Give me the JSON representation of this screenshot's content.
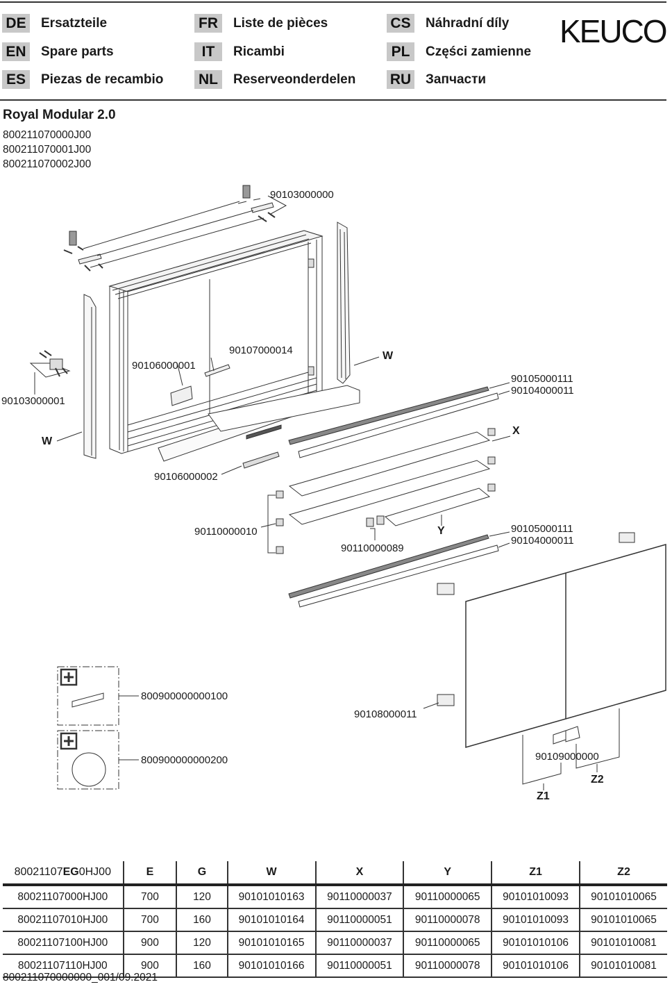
{
  "header": {
    "languages": [
      {
        "code": "DE",
        "label": "Ersatzteile"
      },
      {
        "code": "EN",
        "label": "Spare parts"
      },
      {
        "code": "ES",
        "label": "Piezas de recambio"
      },
      {
        "code": "FR",
        "label": "Liste de pièces"
      },
      {
        "code": "IT",
        "label": "Ricambi"
      },
      {
        "code": "NL",
        "label": "Reserveonderdelen"
      },
      {
        "code": "CS",
        "label": "Náhradní díly"
      },
      {
        "code": "PL",
        "label": "Części zamienne"
      },
      {
        "code": "RU",
        "label": "Запчасти"
      }
    ],
    "logo": "KEUCO"
  },
  "product": {
    "title": "Royal Modular 2.0",
    "articles": [
      "800211070000J00",
      "800211070001J00",
      "800211070002J00"
    ]
  },
  "diagram": {
    "labels": {
      "p90103000000": "90103000000",
      "p90103000001": "90103000001",
      "p90107000014": "90107000014",
      "p90106000001": "90106000001",
      "w_right": "W",
      "w_left": "W",
      "p90105000111_a": "90105000111",
      "p90104000011_a": "90104000011",
      "x": "X",
      "p90106000002": "90106000002",
      "p90110000010": "90110000010",
      "y": "Y",
      "p90110000089": "90110000089",
      "p90105000111_b": "90105000111",
      "p90104000011_b": "90104000011",
      "p800900000000100": "800900000000100",
      "p800900000000200": "800900000000200",
      "p90108000011": "90108000011",
      "p90109000000": "90109000000",
      "z2": "Z2",
      "z1": "Z1"
    },
    "accessory_icon": "plus-box-icon"
  },
  "table": {
    "headers": [
      "80021107EG0HJ00",
      "E",
      "G",
      "W",
      "X",
      "Y",
      "Z1",
      "Z2"
    ],
    "header_first_parts": {
      "pre": "80021107",
      "bold": "EG",
      "post": "0HJ00"
    },
    "rows": [
      [
        "80021107000HJ00",
        "700",
        "120",
        "90101010163",
        "90110000037",
        "90110000065",
        "90101010093",
        "90101010065"
      ],
      [
        "80021107010HJ00",
        "700",
        "160",
        "90101010164",
        "90110000051",
        "90110000078",
        "90101010093",
        "90101010065"
      ],
      [
        "80021107100HJ00",
        "900",
        "120",
        "90101010165",
        "90110000037",
        "90110000065",
        "90101010106",
        "90101010081"
      ],
      [
        "80021107110HJ00",
        "900",
        "160",
        "90101010166",
        "90110000051",
        "90110000078",
        "90101010106",
        "90101010081"
      ]
    ]
  },
  "footer": {
    "doc_id": "800211070000000_001/09.2021"
  },
  "colors": {
    "code_bg": "#c8c8c8",
    "line": "#333333"
  }
}
